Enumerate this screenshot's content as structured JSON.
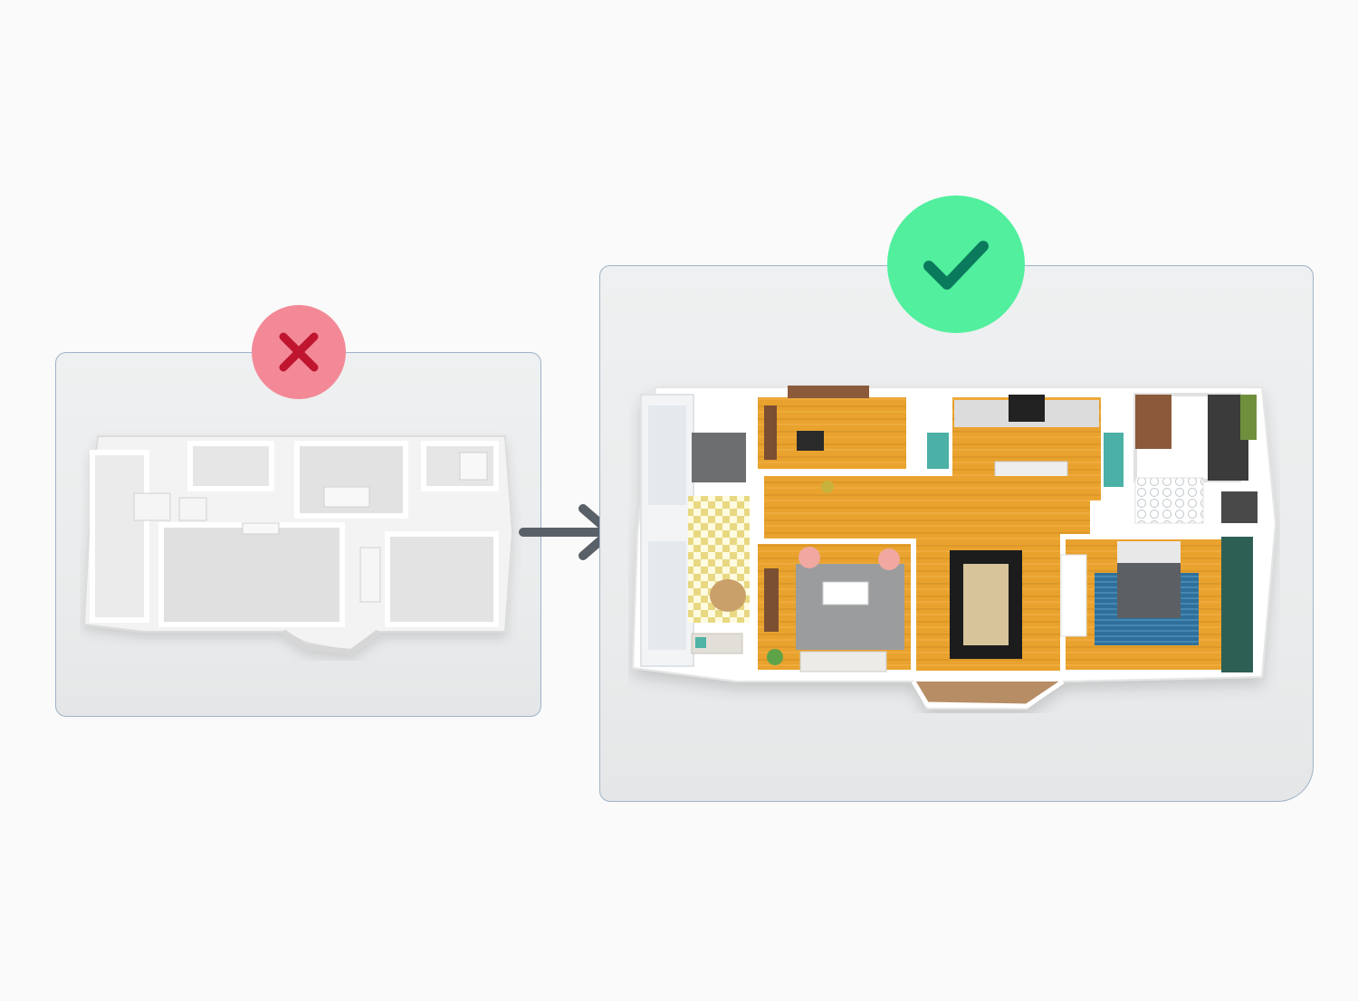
{
  "comparison": {
    "left": {
      "status": "rejected",
      "status_icon": "x-icon",
      "badge_color": "#f38997",
      "icon_color": "#c0152f",
      "image": "unfurnished-white-3d-floor-plan"
    },
    "right": {
      "status": "approved",
      "status_icon": "checkmark-icon",
      "badge_color": "#51ef9e",
      "icon_color": "#0b7a5c",
      "image": "furnished-colored-3d-floor-plan"
    },
    "connector_icon": "arrow-right-icon",
    "connector_color": "#5a6068"
  }
}
